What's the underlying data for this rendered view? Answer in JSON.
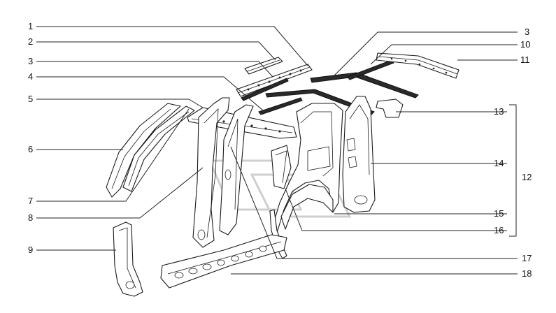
{
  "callouts_left": [
    "1",
    "2",
    "3",
    "4",
    "5",
    "6",
    "7",
    "8",
    "9"
  ],
  "callouts_right": [
    "3",
    "10",
    "11",
    "13",
    "14",
    "12",
    "15",
    "16",
    "17",
    "18"
  ],
  "colors": {
    "line": "#1a1a1a",
    "background": "#ffffff",
    "watermark": "#cfcfcf"
  }
}
